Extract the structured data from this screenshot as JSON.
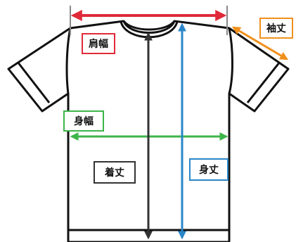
{
  "labels": {
    "shoulder_width": "肩幅",
    "sleeve_length": "袖丈",
    "body_width": "身幅",
    "total_length": "着丈",
    "body_length": "身丈"
  },
  "colors": {
    "shoulder_width": "#e02a3a",
    "sleeve_length": "#f0901c",
    "body_width": "#3db54a",
    "total_length": "#333333",
    "body_length": "#2a86c8",
    "outline": "#111111"
  }
}
